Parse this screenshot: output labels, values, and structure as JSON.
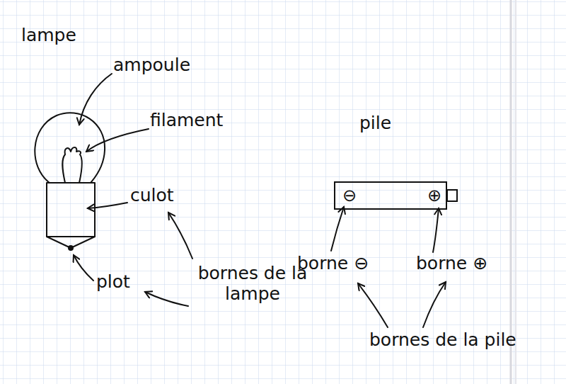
{
  "diagram": {
    "nodes": [
      {
        "text": [
          "⊖",
          "⊕"
        ]
      }
    ],
    "labels": [
      "lampe",
      "ampoule",
      "filament",
      "culot",
      "plot",
      "bornes de la lampe",
      "pile",
      "borne ⊖",
      "borne ⊕",
      "bornes de la pile"
    ]
  }
}
